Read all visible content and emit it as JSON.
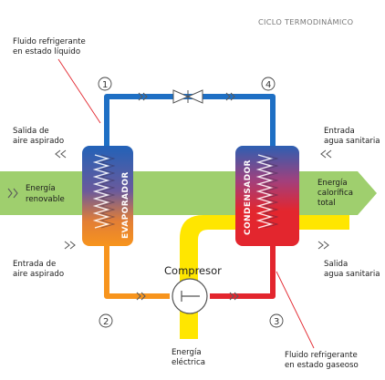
{
  "title": "CICLO TERMODINÁMICO",
  "labels": {
    "liquid_refrigerant_1": "Fluido refrigerante",
    "liquid_refrigerant_2": "en estado líquido",
    "air_out_1": "Salida de",
    "air_out_2": "aire aspirado",
    "renewable_1": "Energía",
    "renewable_2": "renovable",
    "air_in_1": "Entrada de",
    "air_in_2": "aire aspirado",
    "water_in_1": "Entrada",
    "water_in_2": "agua sanitaria",
    "heat_1": "Energía",
    "heat_2": "calorífica",
    "heat_3": "total",
    "water_out_1": "Salida",
    "water_out_2": "agua sanitaria",
    "compressor": "Compresor",
    "electric_1": "Energía",
    "electric_2": "eléctrica",
    "gas_refrigerant_1": "Fluido refrigerante",
    "gas_refrigerant_2": "en estado gaseoso",
    "evaporator": "EVAPORADOR",
    "condenser": "CONDENSADOR"
  },
  "steps": [
    "1",
    "2",
    "3",
    "4"
  ],
  "colors": {
    "green_band": "#9fcf6e",
    "cold_pipe": "#1e6fc4",
    "warm_pipe": "#f7941d",
    "hot_pipe": "#e3262e",
    "electric": "#ffe600"
  }
}
